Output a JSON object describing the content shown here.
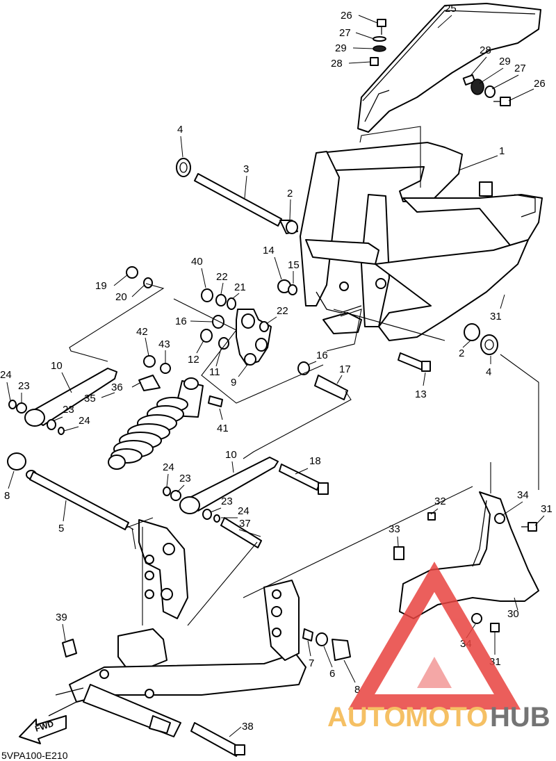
{
  "diagram": {
    "drawing_code": "5VPA100-E210",
    "fwd_label": "FWD",
    "callouts": [
      {
        "id": "c26a",
        "label": "26"
      },
      {
        "id": "c27a",
        "label": "27"
      },
      {
        "id": "c29a",
        "label": "29"
      },
      {
        "id": "c28a",
        "label": "28"
      },
      {
        "id": "c25",
        "label": "25"
      },
      {
        "id": "c28b",
        "label": "28"
      },
      {
        "id": "c29b",
        "label": "29"
      },
      {
        "id": "c27b",
        "label": "27"
      },
      {
        "id": "c26b",
        "label": "26"
      },
      {
        "id": "c1",
        "label": "1"
      },
      {
        "id": "c4a",
        "label": "4"
      },
      {
        "id": "c3",
        "label": "3"
      },
      {
        "id": "c2a",
        "label": "2"
      },
      {
        "id": "c14",
        "label": "14"
      },
      {
        "id": "c15",
        "label": "15"
      },
      {
        "id": "c40",
        "label": "40"
      },
      {
        "id": "c22a",
        "label": "22"
      },
      {
        "id": "c21",
        "label": "21"
      },
      {
        "id": "c22b",
        "label": "22"
      },
      {
        "id": "c19",
        "label": "19"
      },
      {
        "id": "c20",
        "label": "20"
      },
      {
        "id": "c16a",
        "label": "16"
      },
      {
        "id": "c42",
        "label": "42"
      },
      {
        "id": "c43",
        "label": "43"
      },
      {
        "id": "c12",
        "label": "12"
      },
      {
        "id": "c11",
        "label": "11"
      },
      {
        "id": "c9",
        "label": "9"
      },
      {
        "id": "c16b",
        "label": "16"
      },
      {
        "id": "c17",
        "label": "17"
      },
      {
        "id": "c13",
        "label": "13"
      },
      {
        "id": "c2b",
        "label": "2"
      },
      {
        "id": "c4b",
        "label": "4"
      },
      {
        "id": "c31a",
        "label": "31"
      },
      {
        "id": "c10a",
        "label": "10"
      },
      {
        "id": "c24a",
        "label": "24"
      },
      {
        "id": "c23a",
        "label": "23"
      },
      {
        "id": "c36",
        "label": "36"
      },
      {
        "id": "c35",
        "label": "35"
      },
      {
        "id": "c23b",
        "label": "23"
      },
      {
        "id": "c24b",
        "label": "24"
      },
      {
        "id": "c41",
        "label": "41"
      },
      {
        "id": "c8a",
        "label": "8"
      },
      {
        "id": "c5",
        "label": "5"
      },
      {
        "id": "c10b",
        "label": "10"
      },
      {
        "id": "c18",
        "label": "18"
      },
      {
        "id": "c24c",
        "label": "24"
      },
      {
        "id": "c23c",
        "label": "23"
      },
      {
        "id": "c23d",
        "label": "23"
      },
      {
        "id": "c24d",
        "label": "24"
      },
      {
        "id": "c37",
        "label": "37"
      },
      {
        "id": "c32",
        "label": "32"
      },
      {
        "id": "c34a",
        "label": "34"
      },
      {
        "id": "c31b",
        "label": "31"
      },
      {
        "id": "c33",
        "label": "33"
      },
      {
        "id": "c30",
        "label": "30"
      },
      {
        "id": "c34b",
        "label": "34"
      },
      {
        "id": "c31c",
        "label": "31"
      },
      {
        "id": "c39",
        "label": "39"
      },
      {
        "id": "c7",
        "label": "7"
      },
      {
        "id": "c6",
        "label": "6"
      },
      {
        "id": "c8b",
        "label": "8"
      },
      {
        "id": "c38",
        "label": "38"
      }
    ]
  },
  "watermark": {
    "auto": "AUTO",
    "moto": "MOTO",
    "hub": "HUB",
    "accent_color": "#f4b64a",
    "triangle_color": "#e8433f",
    "hub_color": "#5c5c5c"
  }
}
